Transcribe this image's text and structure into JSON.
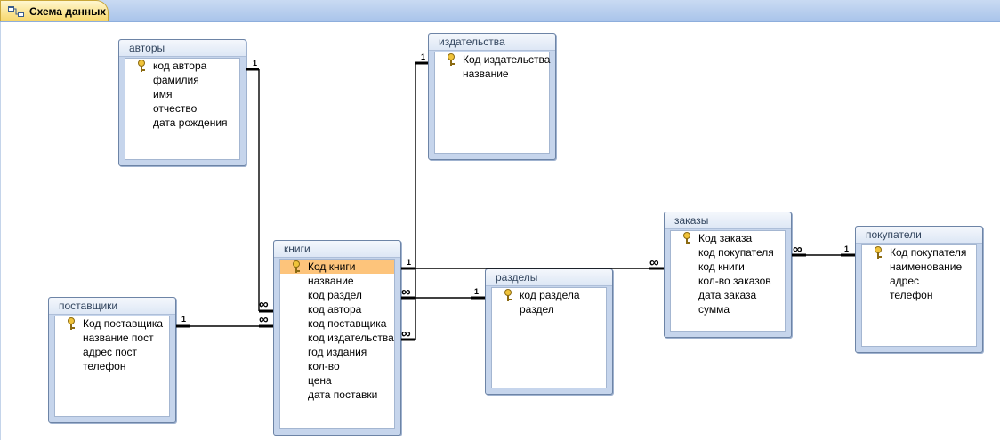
{
  "tab": {
    "label": "Схема данных",
    "icon": "relationships-icon"
  },
  "tables": [
    {
      "name": "авторы",
      "fields": [
        "код автора",
        "фамилия",
        "имя",
        "отчество",
        "дата рождения"
      ]
    },
    {
      "name": "издательства",
      "fields": [
        "Код издательства",
        "название"
      ]
    },
    {
      "name": "книги",
      "fields": [
        "Код книги",
        "название",
        "код раздел",
        "код автора",
        "код поставщика",
        "код издательства",
        "год издания",
        "кол-во",
        "цена",
        "дата поставки"
      ]
    },
    {
      "name": "поставщики",
      "fields": [
        "Код поставщика",
        "название пост",
        "адрес пост",
        "телефон"
      ]
    },
    {
      "name": "разделы",
      "fields": [
        "код раздела",
        "раздел"
      ]
    },
    {
      "name": "заказы",
      "fields": [
        "Код заказа",
        "код покупателя",
        "код книги",
        "кол-во заказов",
        "дата заказа",
        "сумма"
      ]
    },
    {
      "name": "покупатели",
      "fields": [
        "Код покупателя",
        "наименование",
        "адрес",
        "телефон"
      ]
    }
  ],
  "relationships": [
    {
      "from": "авторы.код автора",
      "to": "книги.код автора",
      "one": "1",
      "many": "∞"
    },
    {
      "from": "издательства.Код издательства",
      "to": "книги.код издательства",
      "one": "1",
      "many": "∞"
    },
    {
      "from": "поставщики.Код поставщика",
      "to": "книги.код поставщика",
      "one": "1",
      "many": "∞"
    },
    {
      "from": "разделы.код раздела",
      "to": "книги.код раздел",
      "one": "1",
      "many": "∞"
    },
    {
      "from": "книги.Код книги",
      "to": "заказы.код книги",
      "one": "1",
      "many": "∞"
    },
    {
      "from": "покупатели.Код покупателя",
      "to": "заказы.код покупателя",
      "one": "1",
      "many": "∞"
    }
  ],
  "colors": {
    "tab": "#f7d66a",
    "selected_row": "#fdc47b",
    "table_frame": "#c6d5ec"
  }
}
